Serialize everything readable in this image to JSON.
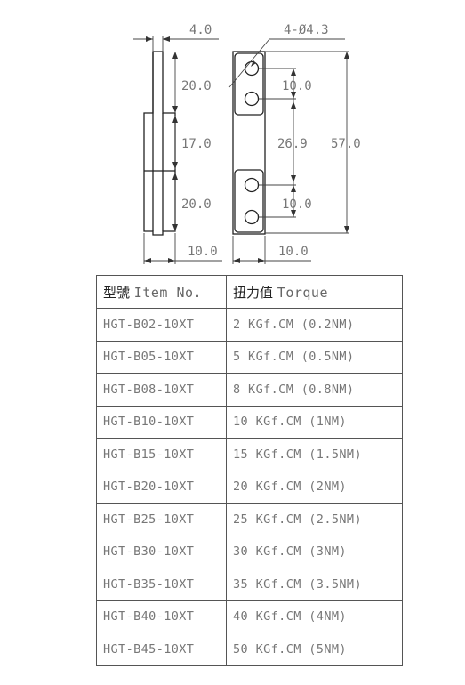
{
  "drawing": {
    "dim_labels": {
      "thickness": "4.0",
      "holes": "4-Ø4.3",
      "left_top": "20.0",
      "left_mid": "17.0",
      "left_bottom": "20.0",
      "right_top": "10.0",
      "right_mid": "26.9",
      "right_bottom": "10.0",
      "overall": "57.0",
      "width_left": "10.0",
      "width_right": "10.0"
    }
  },
  "table": {
    "header": {
      "col1_cn": "型號",
      "col1_en": "Item No.",
      "col2_cn": "扭力值",
      "col2_en": "Torque"
    },
    "rows": [
      {
        "item": "HGT-B02-10XT",
        "torque": "2 KGf.CM (0.2NM)"
      },
      {
        "item": "HGT-B05-10XT",
        "torque": "5 KGf.CM (0.5NM)"
      },
      {
        "item": "HGT-B08-10XT",
        "torque": "8 KGf.CM (0.8NM)"
      },
      {
        "item": "HGT-B10-10XT",
        "torque": "10 KGf.CM (1NM)"
      },
      {
        "item": "HGT-B15-10XT",
        "torque": "15 KGf.CM (1.5NM)"
      },
      {
        "item": "HGT-B20-10XT",
        "torque": "20 KGf.CM (2NM)"
      },
      {
        "item": "HGT-B25-10XT",
        "torque": "25 KGf.CM (2.5NM)"
      },
      {
        "item": "HGT-B30-10XT",
        "torque": "30 KGf.CM (3NM)"
      },
      {
        "item": "HGT-B35-10XT",
        "torque": "35 KGf.CM (3.5NM)"
      },
      {
        "item": "HGT-B40-10XT",
        "torque": "40 KGf.CM (4NM)"
      },
      {
        "item": "HGT-B45-10XT",
        "torque": "50 KGf.CM (5NM)"
      }
    ]
  }
}
